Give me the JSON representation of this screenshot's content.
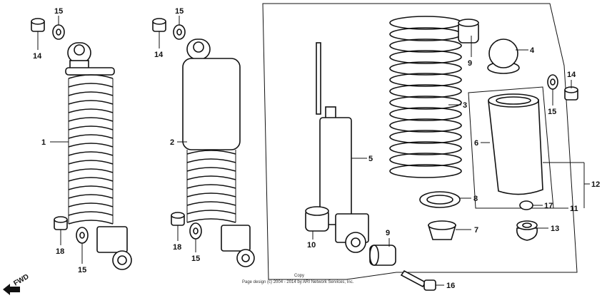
{
  "callouts": {
    "c1": "1",
    "c2": "2",
    "c3": "3",
    "c4": "4",
    "c5": "5",
    "c6": "6",
    "c7": "7",
    "c8": "8",
    "c9a": "9",
    "c9b": "9",
    "c10": "10",
    "c11": "11",
    "c12": "12",
    "c13": "13",
    "c14a": "14",
    "c14b": "14",
    "c14c": "14",
    "c15a": "15",
    "c15b": "15",
    "c15c": "15",
    "c15d": "15",
    "c15e": "15",
    "c16": "16",
    "c17": "17",
    "c18a": "18",
    "c18b": "18"
  },
  "fwd_label": "FWD",
  "copyright": {
    "line1": "Copy",
    "line2": "Page design (c) 2004 - 2014 by ARI Network Services, Inc."
  }
}
